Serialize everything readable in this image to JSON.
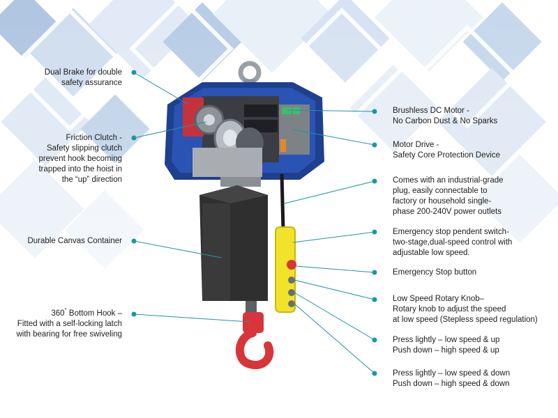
{
  "colors": {
    "accent": "#1b96a6",
    "housing": "#1f3f8f",
    "pendant": "#f1e22a",
    "hook": "#d8353a",
    "container": "#2b2b2b"
  },
  "callouts": {
    "dual_brake": {
      "lines": [
        "Dual Brake for double",
        "safety assurance"
      ]
    },
    "friction_clutch": {
      "lines": [
        "Friction Clutch -",
        "Safety slipping clutch",
        "prevent hook becoming",
        "trapped into the hoist in",
        "the “up” direction"
      ]
    },
    "canvas_container": {
      "lines": [
        "Durable Canvas Container"
      ]
    },
    "bottom_hook": {
      "prefix": "360",
      "superscript": "°",
      "line1_rest": " Bottom Hook –",
      "lines": [
        "Fitted with a self-locking latch",
        "with bearing for free swiveling"
      ]
    },
    "dc_motor": {
      "lines": [
        "Brushless DC Motor -",
        "No Carbon Dust & No Sparks"
      ]
    },
    "motor_drive": {
      "lines": [
        "Motor Drive -",
        "Safety Core Protection Device"
      ]
    },
    "plug": {
      "lines": [
        "Comes with an industrial-grade",
        "plug, easily connectable to",
        "factory or household single-",
        "phase 200-240V power outlets"
      ]
    },
    "pendent": {
      "lines": [
        "Emergency stop pendent  switch-",
        "two-stage,dual-speed control with",
        "adjustable low speed."
      ]
    },
    "emergency_button": {
      "lines": [
        "Emergency Stop button"
      ]
    },
    "rotary_knob": {
      "lines": [
        "Low Speed Rotary Knob–",
        "Rotary knob to adjust the speed",
        "at low speed (Stepless speed regulation)"
      ]
    },
    "up_button": {
      "lines": [
        "Press lightly – low speed & up",
        "Push down – high speed & up"
      ]
    },
    "down_button": {
      "lines": [
        "Press lightly – low speed & down",
        "Push down – high speed & down"
      ]
    }
  }
}
